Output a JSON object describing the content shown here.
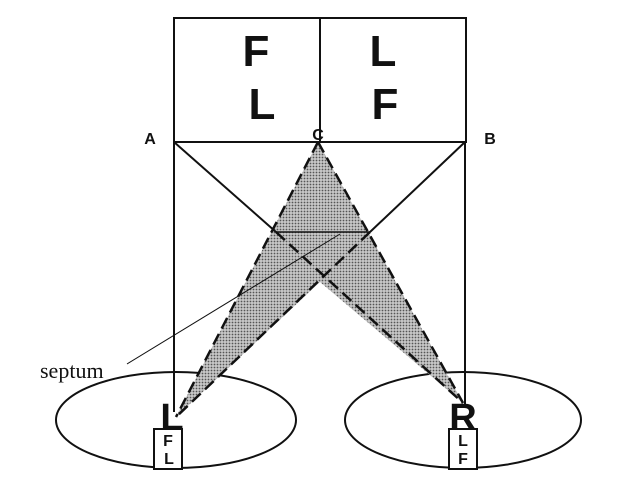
{
  "panel": {
    "top_left_upper": "F",
    "top_left_lower": "L",
    "top_right_upper": "L",
    "top_right_lower": "F"
  },
  "points": {
    "a": "A",
    "c": "C",
    "b": "B"
  },
  "eyes": {
    "left_label": "L",
    "left_box_upper": "F",
    "left_box_lower": "L",
    "right_label": "R",
    "right_box_upper": "L",
    "right_box_lower": "F"
  },
  "annotation": {
    "septum": "septum"
  },
  "colors": {
    "line": "#111111",
    "shading": "#9a9a9a",
    "background": "#ffffff"
  }
}
